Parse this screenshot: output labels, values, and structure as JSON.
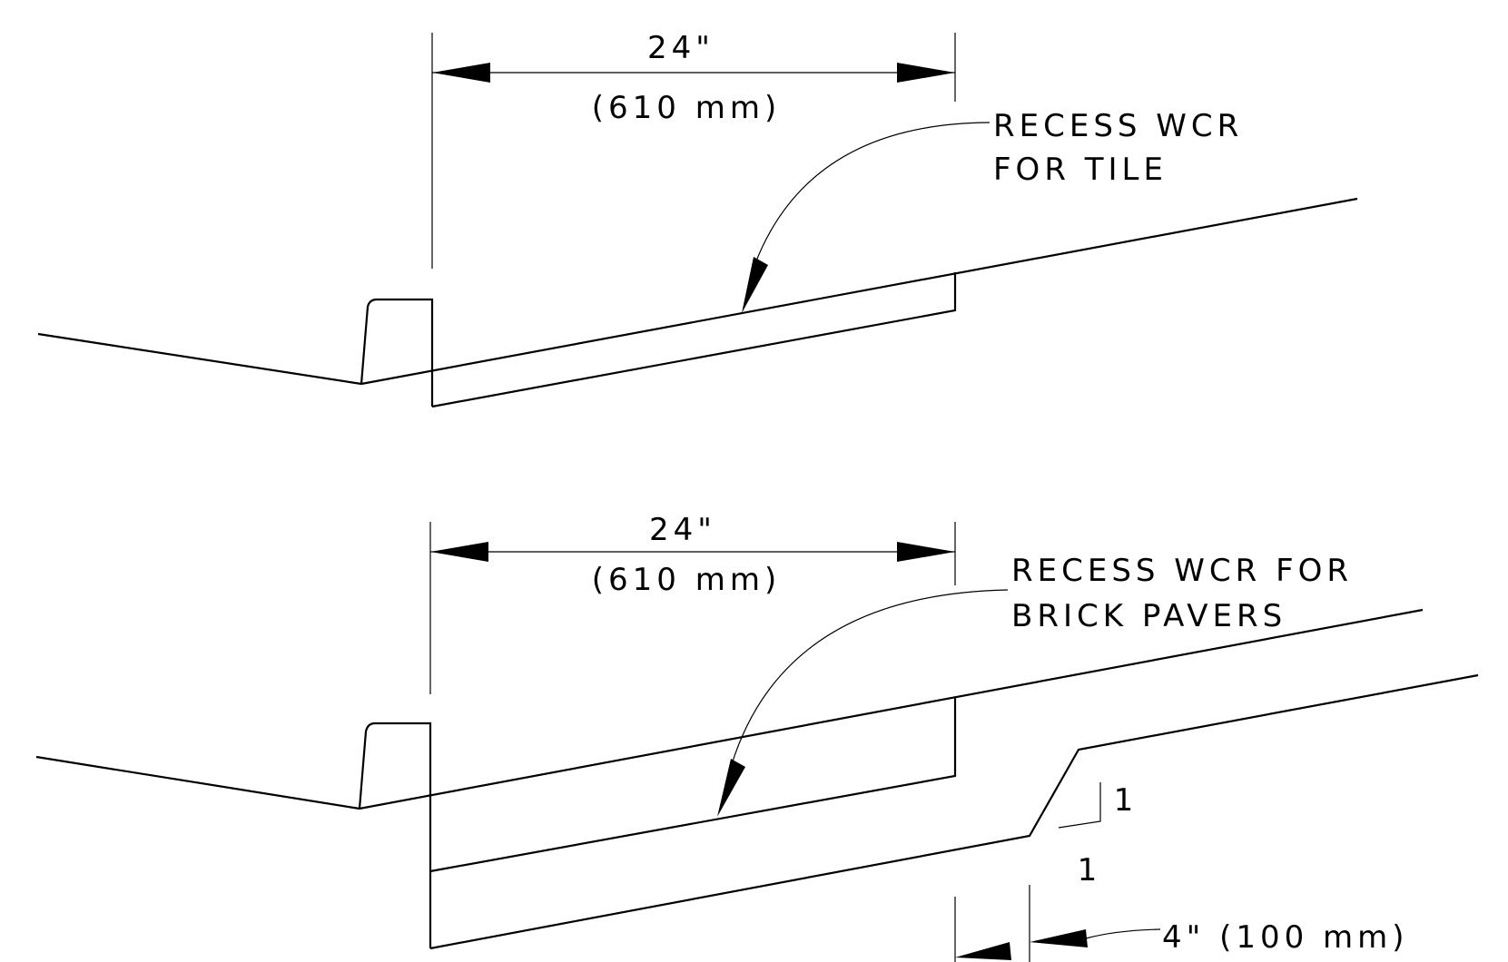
{
  "upper_detail": {
    "dimension": {
      "imperial": "24\"",
      "metric": "(610 mm)"
    },
    "callout": {
      "line1": "RECESS WCR",
      "line2": "FOR TILE"
    }
  },
  "lower_detail": {
    "dimension": {
      "imperial": "24\"",
      "metric": "(610 mm)"
    },
    "callout": {
      "line1": "RECESS WCR FOR",
      "line2": "BRICK PAVERS"
    },
    "slope": {
      "rise": "1",
      "run": "1"
    },
    "offset_dimension": "4\" (100 mm)"
  },
  "colors": {
    "line": "#000000",
    "background": "#ffffff"
  }
}
